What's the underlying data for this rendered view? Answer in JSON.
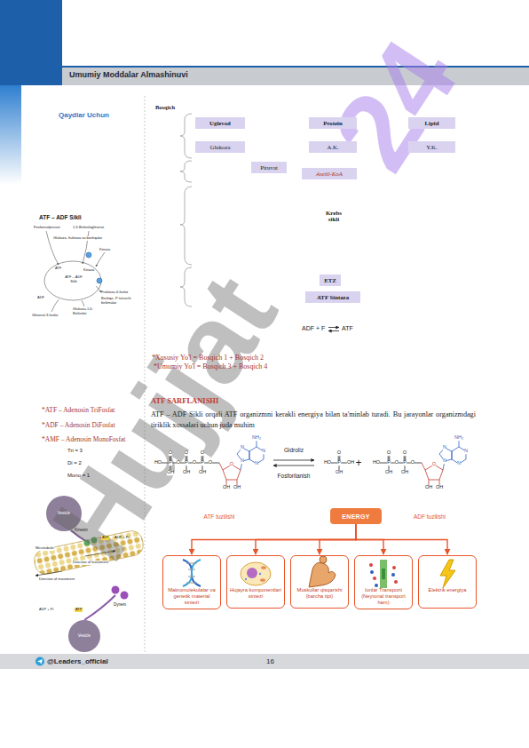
{
  "diagram": {
    "nodes": [
      {
        "text": [
          "Uglevod"
        ]
      },
      {
        "text": [
          "Protein"
        ]
      },
      {
        "text": [
          "Lipid"
        ]
      },
      {
        "text": [
          "Glukoza"
        ]
      },
      {
        "text": [
          "A.K."
        ]
      },
      {
        "text": [
          "Y.K."
        ]
      },
      {
        "text": [
          "Piruvat"
        ]
      },
      {
        "text": [
          "Asetil-KoA"
        ]
      },
      {
        "text": [
          "ETZ"
        ]
      },
      {
        "text": [
          "ATF Sintaza"
        ]
      },
      {
        "text": [
          "ENERGY"
        ]
      },
      {
        "text": [
          "Makromolekulalar va genetik material sintezi"
        ]
      },
      {
        "text": [
          "Hujayra komponentlari sintezi"
        ]
      },
      {
        "text": [
          "Muskullar qisqarishi (barcha tipi)"
        ]
      },
      {
        "text": [
          "Ionlar Transporti (Neyronal transport ham)"
        ]
      },
      {
        "text": [
          "Elektrik energiya"
        ]
      }
    ],
    "edges": [
      {
        "from": 10,
        "to": 11,
        "arrow": "to"
      },
      {
        "from": 10,
        "to": 12,
        "arrow": "to"
      },
      {
        "from": 10,
        "to": 13,
        "arrow": "to"
      },
      {
        "from": 10,
        "to": 14,
        "arrow": "to"
      },
      {
        "from": 10,
        "to": 15,
        "arrow": "to"
      }
    ],
    "labels": [
      "Hujjat",
      "24",
      "Umumiy Moddalar Almashinuvi",
      "Qaydlar Uchun",
      "Bosqich",
      "Krebs sikli",
      "ADF + F",
      "ATF",
      "*Xususiy Yo'l = Bosqich 1 + Bosqich 2",
      "*Umumiy Yo'l = Bosqich 3 + Bosqich 4",
      "ATF SARFLANISHI",
      "ATF – ADF Sikli orqali ATF organizmni kerakli energiya bilan ta'minlab turadi. Bu jarayonlar organizmdagi tiriklik xossalari uchun juda muhim",
      "*ATF – Adenosin TriFosfat",
      "*ADF – Adenosin DiFosfat",
      "*AMF – Adenosin MonoFosfat",
      "Tri = 3",
      "Di = 2",
      "Mono = 1",
      "Gidroliz",
      "Fosforilanish",
      "ATF tuzilishi",
      "ADF tuzilishi",
      "+",
      "@Leaders_official",
      "16",
      "ATF – ADF Sikli",
      "Fosfoenolpiruvat",
      "1,3-Bisfosfoglitserat",
      "Glukoza, fruktoza va boshqalar",
      "Kinaza",
      "ATF",
      "Kinaza",
      "ATF – ADF Sikli",
      "ADF",
      "Fruktoza-6-fosfat",
      "Boshqa -P tutuvchi birikmalar",
      "Glukoza-1,6-Bisfosfat",
      "Glitserol-3-fosfat",
      "Vesicle",
      "Kinesin",
      "ATP",
      "ADP + Pi",
      "Microtubule",
      "Direction of movement",
      "Direction of movement",
      "ADP + Pi",
      "ATP",
      "Dynein",
      "Vesicle",
      "HO",
      "O",
      "P",
      "OH",
      "O",
      "O",
      "P",
      "OH",
      "O",
      "O",
      "P",
      "OH",
      "O",
      "NH₂",
      "N",
      "N",
      "N",
      "N",
      "O",
      "OH",
      "OH",
      "HO",
      "O",
      "P",
      "OH",
      "O",
      "O",
      "P",
      "OH",
      "O",
      "NH₂",
      "N",
      "N",
      "N",
      "N",
      "O",
      "OH",
      "OH",
      "O",
      "HO",
      "P",
      "OH",
      "OH"
    ]
  }
}
